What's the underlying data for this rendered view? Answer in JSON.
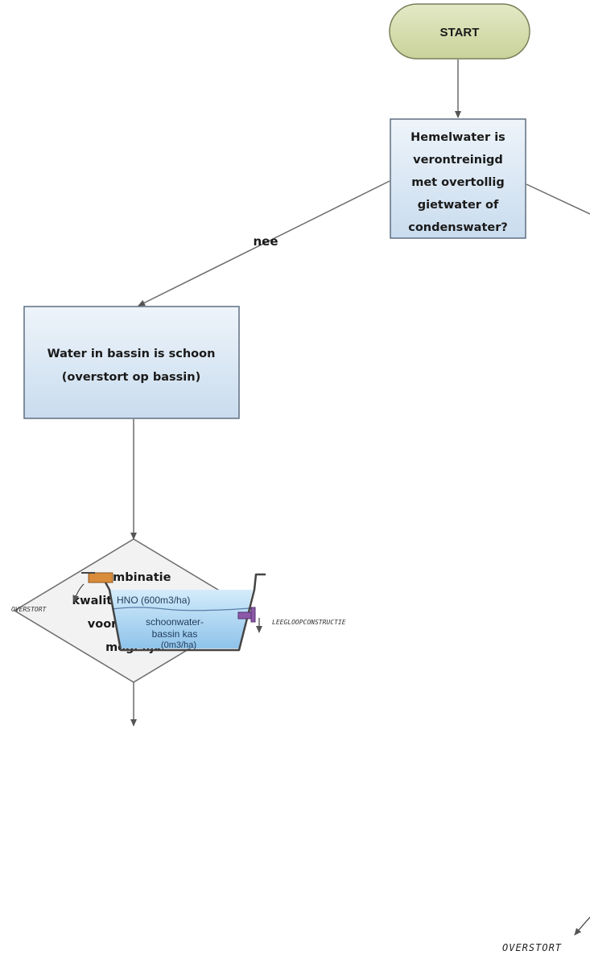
{
  "flowchart": {
    "start_label": "START",
    "question_lines": [
      "Hemelwater is",
      "verontreinigd",
      "met overtollig",
      "gietwater of",
      "condenswater?"
    ],
    "edge_no_label": "nee",
    "clean_box_lines": [
      "Water in bassin is schoon",
      "(overstort op bassin)"
    ],
    "decision_lines": [
      "Combinatie",
      "kwaliteits- en HNO",
      "voorziening is",
      "mogelijk"
    ]
  },
  "basin": {
    "overflow_label": "OVERSTORT",
    "hno_label": "HNO (600m3/ha)",
    "clean_lines": [
      "schoonwater-",
      "bassin kas",
      "(0m3/ha)"
    ],
    "drain_label": "LEEGLOOPCONSTRUCTIE"
  },
  "bottom_right_label": "OVERSTORT",
  "colors": {
    "start_fill": "#d6ddb0",
    "box_fill": "#dfe9f3",
    "box_stroke": "#5f6f80",
    "diamond_fill": "#f2f2f2",
    "water": "#bcdcf2",
    "tap": "#8c5aa8",
    "spout": "#d98c3a",
    "line": "#6b6b6b"
  }
}
